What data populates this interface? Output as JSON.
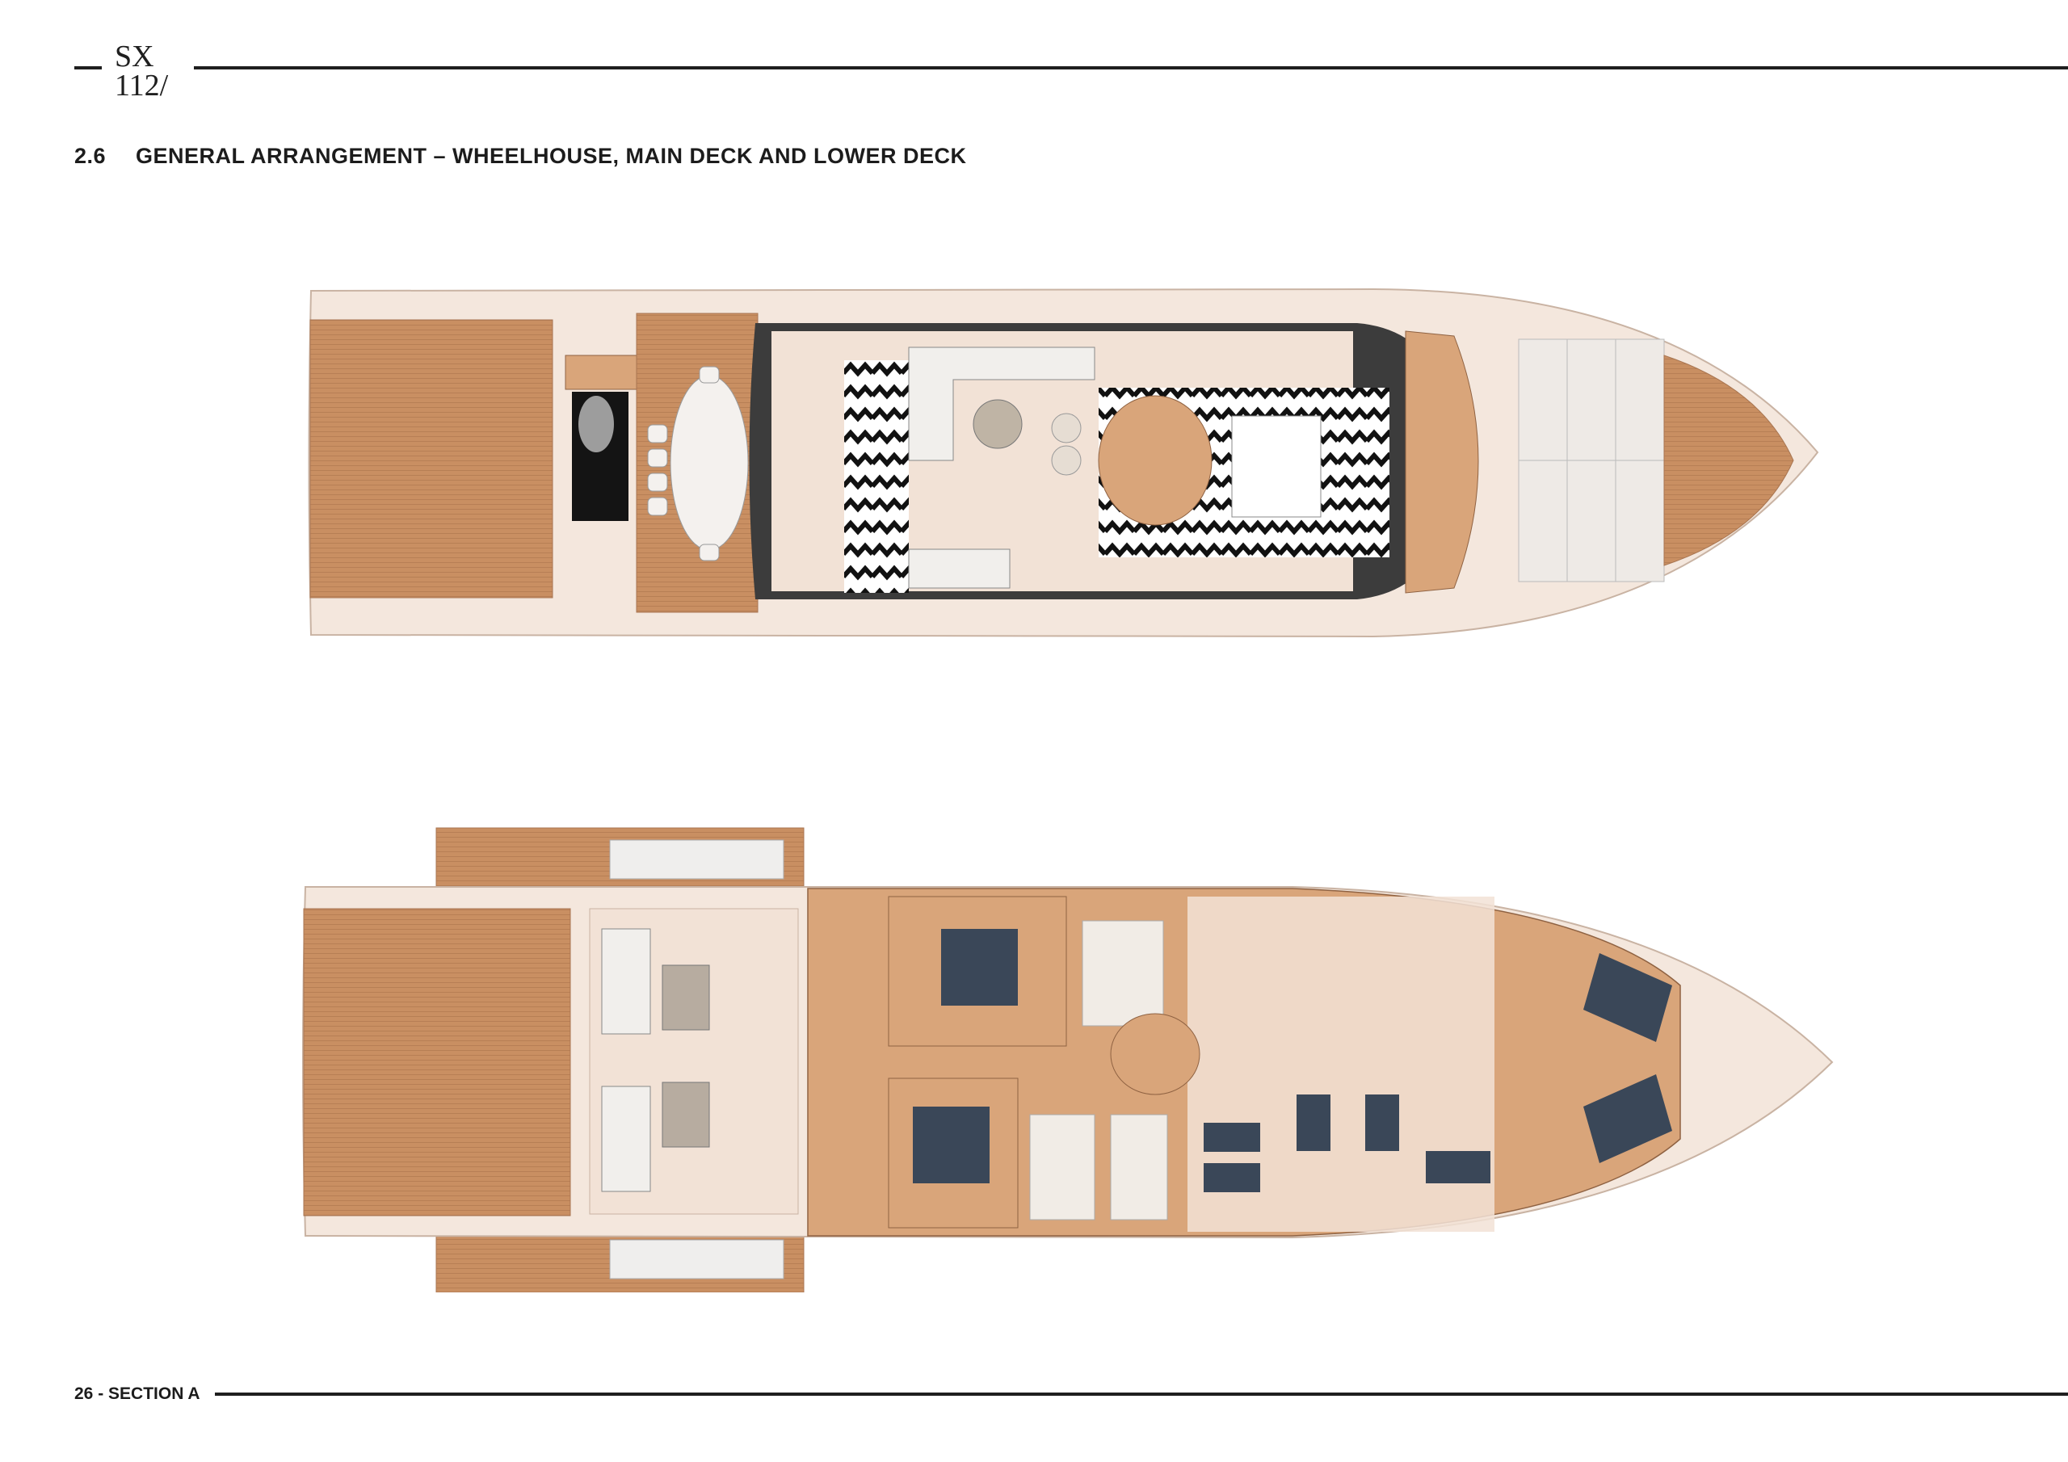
{
  "header": {
    "logo_line1": "SX",
    "logo_line2": "112/"
  },
  "section": {
    "number": "2.6",
    "title": "GENERAL ARRANGEMENT – WHEELHOUSE, MAIN DECK AND LOWER DECK"
  },
  "footer": {
    "page_label": "26 - SECTION A"
  },
  "colors": {
    "teak": "#c98f62",
    "teak_light": "#d9a57a",
    "hull": "#f4e7dd",
    "hull_edge": "#c9b3a3",
    "cabin_floor": "#f2e2d6",
    "berth": "#3a4758",
    "dark_trim": "#3c3c3c",
    "sofa": "#f1efec"
  }
}
